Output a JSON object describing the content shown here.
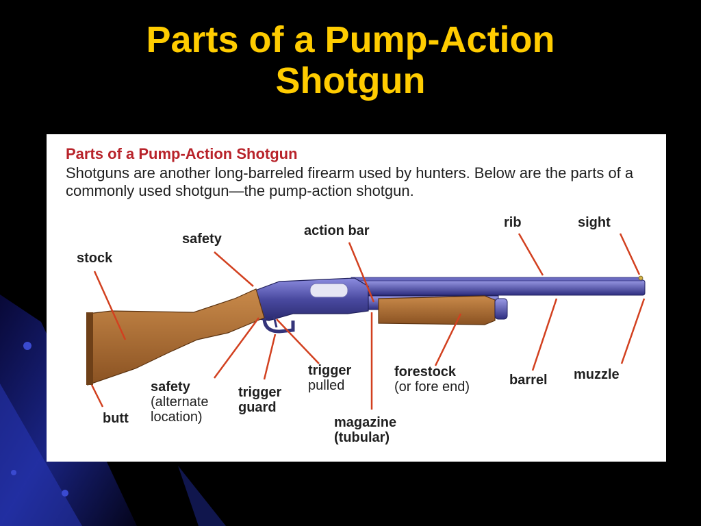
{
  "slide": {
    "title_line1": "Parts of a Pump-Action",
    "title_line2": "Shotgun"
  },
  "panel": {
    "heading": "Parts of a Pump-Action Shotgun",
    "description": "Shotguns are another long-barreled firearm used by hunters. Below are the parts of a commonly used shotgun—the pump-action shotgun."
  },
  "labels": {
    "stock": "stock",
    "safety": "safety",
    "action_bar": "action bar",
    "rib": "rib",
    "sight": "sight",
    "butt": "butt",
    "safety_alt_name": "safety",
    "safety_alt_line1": "(alternate",
    "safety_alt_line2": "location)",
    "trigger_guard_line1": "trigger",
    "trigger_guard_line2": "guard",
    "trigger_pulled_line1": "trigger",
    "trigger_pulled_line2": "pulled",
    "magazine_line1": "magazine",
    "magazine_line2": "(tubular)",
    "forestock_name": "forestock",
    "forestock_sub": "(or fore end)",
    "barrel": "barrel",
    "muzzle": "muzzle"
  },
  "colors": {
    "title": "#ffcc00",
    "heading": "#b8232a",
    "leader_line": "#d2401f",
    "wood": "#a8682d",
    "metal": "#5a5aa8",
    "background": "#000000"
  }
}
